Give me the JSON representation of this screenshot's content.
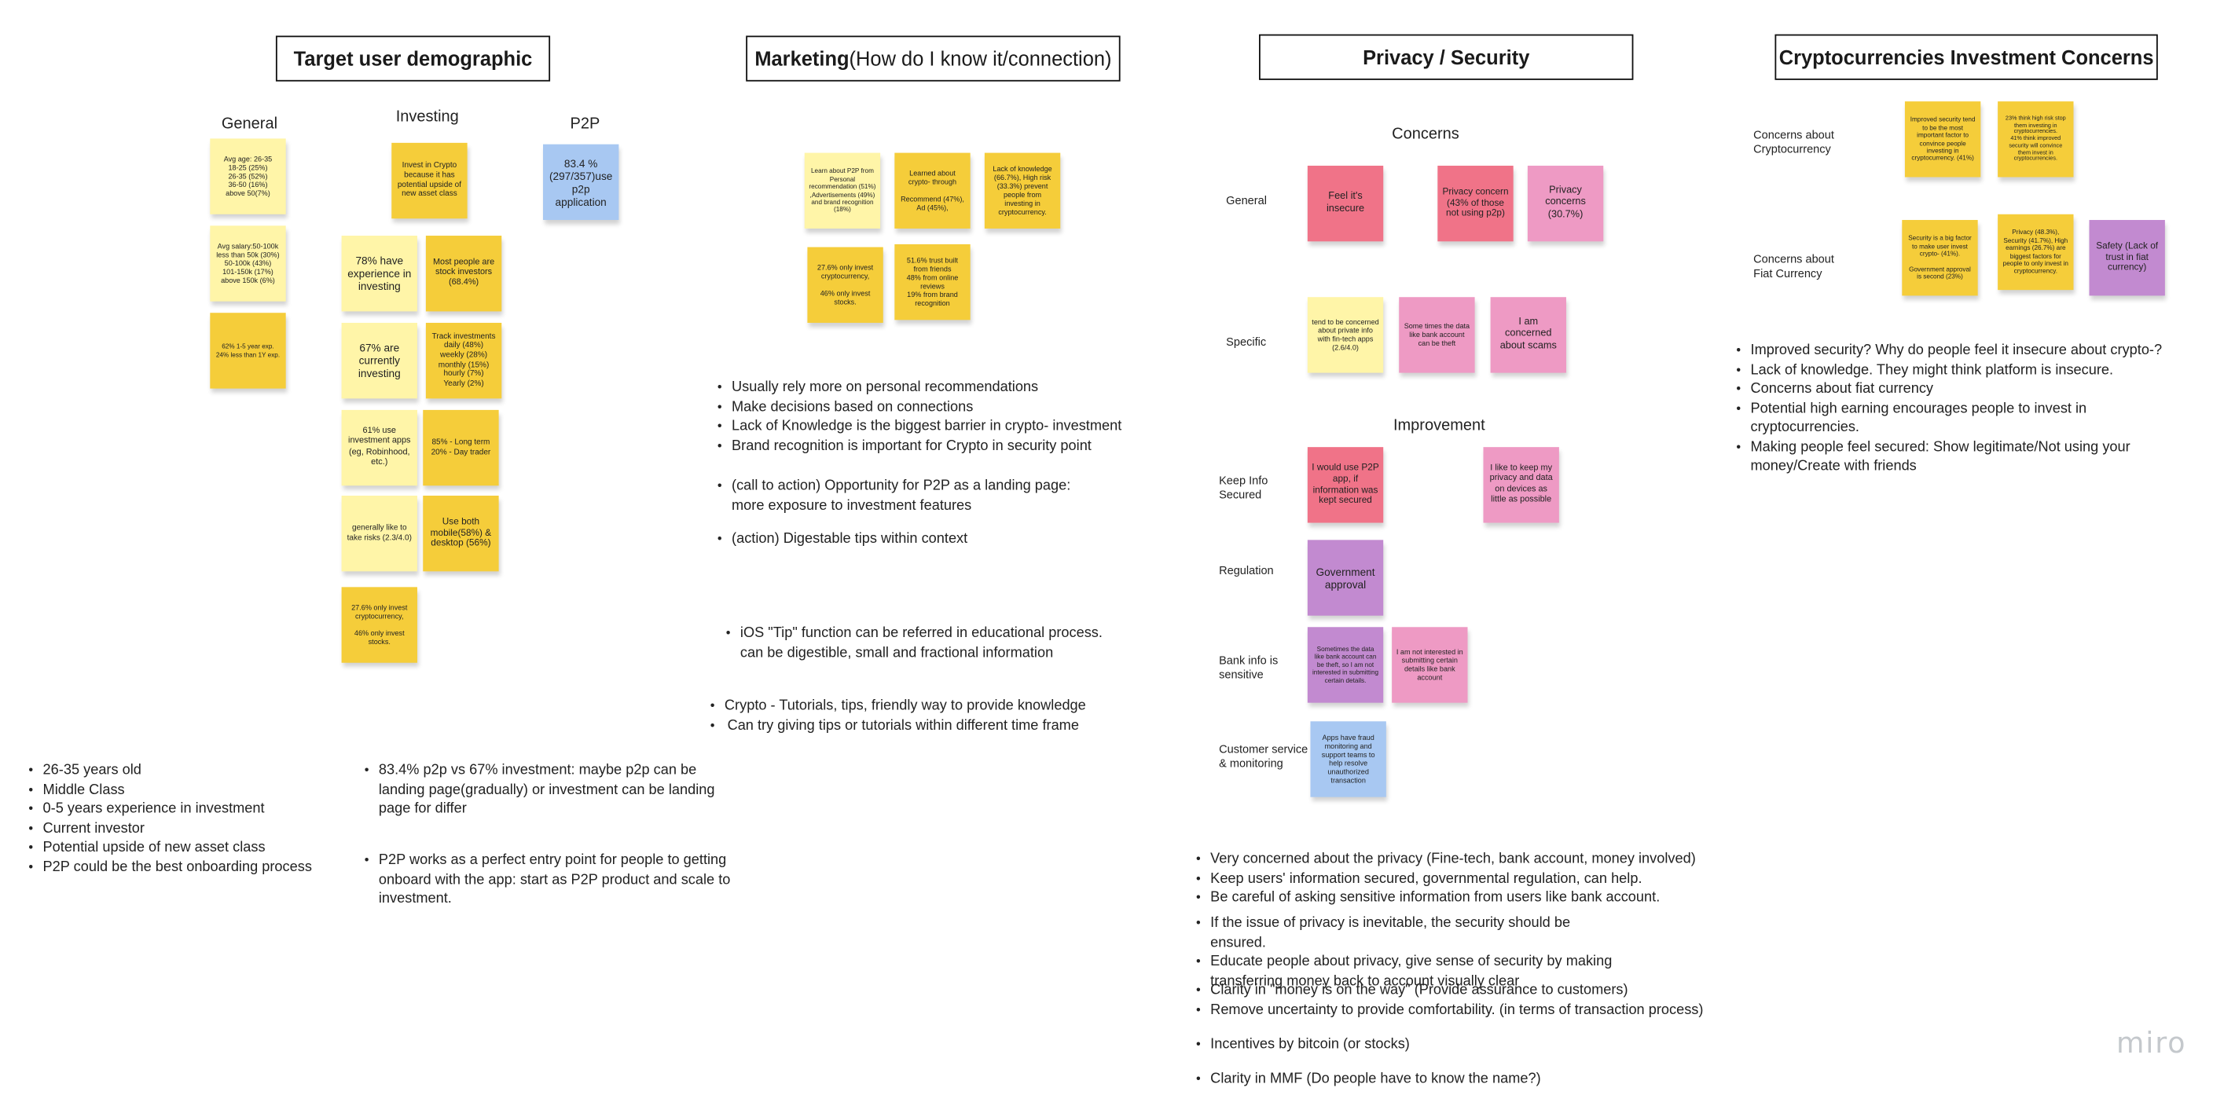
{
  "headers": {
    "target": "Target user demographic",
    "marketing_bold": "Marketing",
    "marketing_rest": " (How do I know it/connection)",
    "privacy": "Privacy / Security",
    "crypto": "Cryptocurrencies Investment Concerns"
  },
  "target": {
    "col_general": "General",
    "col_investing": "Investing",
    "col_p2p": "P2P",
    "general_notes": [
      "Avg age: 26-35\n18-25 (25%)\n26-35 (52%)\n36-50 (16%)\nabove 50(7%)",
      "Avg salary:50-100k\nless than 50k (30%)\n50-100k (43%)\n101-150k (17%)\nabove 150k (6%)",
      "62% 1-5 year exp.\n24% less than 1Y exp."
    ],
    "investing_notes": [
      "Invest in Crypto because it has potential upside of new asset class",
      "78% have experience in investing",
      "Most people are stock investors (68.4%)",
      "67% are currently investing",
      "Track investments\ndaily (48%)\nweekly (28%)\nmonthly (15%)\nhourly (7%)\nYearly (2%)",
      "61% use investment apps (eg, Robinhood, etc.)",
      "85% - Long term\n20% - Day trader",
      "generally like to take risks (2.3/4.0)",
      "Use both mobile(58%) & desktop (56%)",
      "27.6% only invest cryptocurrency,\n\n46% only invest stocks."
    ],
    "p2p_note": "83.4 % (297/357)use p2p application",
    "summary": [
      "26-35 years old",
      "Middle Class",
      "0-5 years experience in investment",
      "Current investor",
      "Potential upside of new asset class",
      "P2P could be the best onboarding process"
    ],
    "insights": [
      "83.4% p2p vs 67% investment: maybe p2p can be landing page(gradually) or investment can be landing page for differ",
      "P2P works as a perfect entry point for people to getting onboard with the app: start as P2P product and scale to investment."
    ]
  },
  "marketing": {
    "notes": [
      "Learn about P2P from Personal recommendation (51%)\n,Advertisements (49%) and brand recognition (18%)",
      "Learned about crypto- through\n\nRecommend (47%),\nAd (45%),",
      "Lack of knowledge (66.7%), High risk (33.3%) prevent people from investing in cryptocurrency.",
      "27.6% only invest cryptocurrency,\n\n46% only invest stocks.",
      "51.6% trust built from friends\n48% from online reviews\n19% from brand recognition"
    ],
    "bullets_1": [
      "Usually rely more on personal recommendations",
      "Make decisions based on connections",
      "Lack of Knowledge is the biggest barrier in crypto- investment",
      "Brand recognition is important for Crypto in security point"
    ],
    "bullets_2": [
      "(call to action) Opportunity for P2P as a landing page:\nmore exposure to investment features"
    ],
    "bullets_3": [
      "(action) Digestable tips within context"
    ],
    "bullets_4": [
      "iOS \"Tip\" function can be referred in educational process.\ncan be digestible, small and fractional information"
    ],
    "bullets_5": [
      "Crypto - Tutorials, tips, friendly way to provide knowledge",
      "Can try giving tips or tutorials within different time frame"
    ]
  },
  "privacy": {
    "concerns_label": "Concerns",
    "improvement_label": "Improvement",
    "row_general": "General",
    "row_specific": "Specific",
    "row_keep": "Keep Info\nSecured",
    "row_regulation": "Regulation",
    "row_bank": "Bank info is\nsensitive",
    "row_customer": "Customer service\n& monitoring",
    "notes": {
      "insecure": "Feel it's insecure",
      "privacy_concern": "Privacy concern (43% of those not using p2p)",
      "privacy_concerns": "Privacy concerns (30.7%)",
      "fintech": "tend to be concerned about private info  with fin-tech apps (2.6/4.0)",
      "data_theft": "Some times the data like bank account can be theft",
      "scams": "I am concerned about scams",
      "use_p2p": "I would use P2P app, if information was kept secured",
      "keep_privacy": "I like to keep my privacy and data on devices as little as possible",
      "gov": "Government approval",
      "bank_theft": "Sometimes the data like bank account can be theft, so I am not interested in submitting certain details.",
      "not_interested": "I am not interested in submitting certain details like bank account",
      "fraud": "Apps have fraud monitoring and support teams to help resolve unauthorized transaction"
    },
    "bullets": [
      [
        "Very concerned about the privacy (Fine-tech, bank account, money involved)",
        "Keep users' information secured, governmental regulation, can help.",
        "Be careful of asking sensitive information from users like bank account."
      ],
      [
        "If the issue of privacy is inevitable, the security should be ensured.",
        "Educate people about privacy, give sense of security by making transferring money back to account visually clear"
      ],
      [
        "Clarity in \"money is on the way\" (Provide assurance to customers)",
        "Remove uncertainty to provide comfortability. (in terms of transaction process)"
      ],
      [
        "Incentives by bitcoin (or stocks)"
      ],
      [
        "Clarity in MMF (Do people have to know the name?)"
      ]
    ]
  },
  "crypto": {
    "row_crypto": "Concerns about\nCryptocurrency",
    "row_fiat": "Concerns about\nFiat Currency",
    "notes": [
      "Improved security tend to be the most important factor to convince people investing in cryptocurrency. (41%)",
      "23% think high risk stop them investing in cryptocurrencies.\n41% think improved security  will convince them invest in cryptocurrencies.",
      "Security is a big factor to make user invest crypto- (41%).\n\nGovernment approval is second (23%)",
      "Privacy (48.3%), Security (41.7%), High earnings (26.7%) are biggest factors for people to only invest in cryptocurrency.",
      "Safety (Lack of trust in fiat currency)"
    ],
    "bullets": [
      "Improved security? Why do people feel it insecure about crypto-?",
      "Lack of knowledge. They might think platform is insecure.",
      "Concerns about fiat currency",
      "Potential high earning encourages people to invest in cryptocurrencies.",
      "Making people feel secured: Show legitimate/Not using your money/Create with friends"
    ]
  },
  "logo": "miro"
}
